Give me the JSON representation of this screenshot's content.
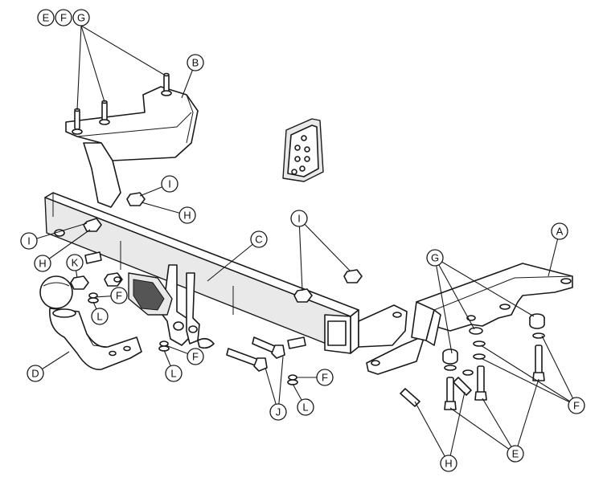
{
  "labels": {
    "A": "A",
    "B": "B",
    "C": "C",
    "D": "D",
    "E": "E",
    "F": "F",
    "G": "G",
    "H": "H",
    "I": "I",
    "J": "J",
    "K": "K",
    "L": "L"
  },
  "colors": {
    "line": "#1a1a1a",
    "fill": "#ffffff",
    "shade": "#e9e9e9"
  }
}
